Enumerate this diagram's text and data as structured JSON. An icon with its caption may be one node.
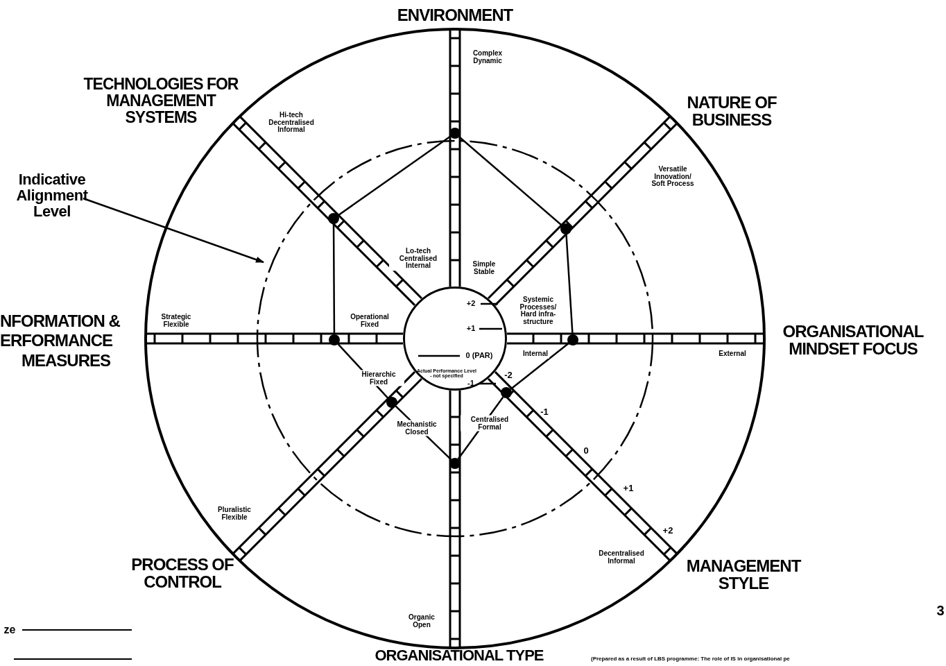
{
  "diagram": {
    "nodes": [
      {
        "text": [
          "Indicative Alignment Level"
        ]
      },
      {
        "text": [
          "+2",
          "+1",
          "0 (PAR)",
          "Actual Performance Level - not specified",
          "-1"
        ]
      },
      {
        "text": [],
        "shape": "circle"
      },
      {
        "text": [],
        "shape": "circle"
      },
      {
        "text": [],
        "shape": "circle"
      },
      {
        "text": [],
        "shape": "circle"
      },
      {
        "text": [],
        "shape": "circle"
      },
      {
        "text": [],
        "shape": "circle"
      },
      {
        "text": [],
        "shape": "circle"
      },
      {
        "text": [],
        "shape": "circle"
      }
    ],
    "edges": [
      {
        "from": 0,
        "to": null,
        "arrow": "to"
      },
      {
        "from": 2,
        "to": 3,
        "arrow": "none"
      },
      {
        "from": 3,
        "to": 4,
        "arrow": "none"
      },
      {
        "from": 4,
        "to": 5,
        "arrow": "none"
      },
      {
        "from": 5,
        "to": 6,
        "arrow": "none"
      },
      {
        "from": 6,
        "to": 7,
        "arrow": "none"
      },
      {
        "from": 7,
        "to": 8,
        "arrow": "none"
      },
      {
        "from": 8,
        "to": 9,
        "arrow": "none"
      },
      {
        "from": 9,
        "to": 2,
        "arrow": "none"
      }
    ],
    "labels": [
      "ENVIRONMENT",
      "Complex Dynamic",
      "TECHNOLOGIES FOR MANAGEMENT SYSTEMS",
      "NATURE OF BUSINESS",
      "Hi-tech Decentralised Informal",
      "Versatile Innovation/ Soft Process",
      "Lo-tech Centralised Internal",
      "Simple Stable",
      "Systemic Processes/ Hard infra-structure",
      "Strategic Flexible",
      "Operational Fixed",
      "NFORMATION &",
      "ERFORMANCE",
      "ORGANISATIONAL MINDSET FOCUS",
      "Internal",
      "External",
      "MEASURES",
      "-2",
      "Hierarchic Fixed",
      "-1",
      "Centralised Formal",
      "Mechanistic Closed",
      "0",
      "+1",
      "Pluralistic Flexible",
      "+2",
      "Decentralised Informal",
      "PROCESS OF CONTROL",
      "MANAGEMENT STYLE",
      "3",
      "Organic Open",
      "ze",
      "ORGANISATIONAL TYPE",
      "(Prepared as a result of LBS programme: The role of IS in organisational pe"
    ]
  }
}
